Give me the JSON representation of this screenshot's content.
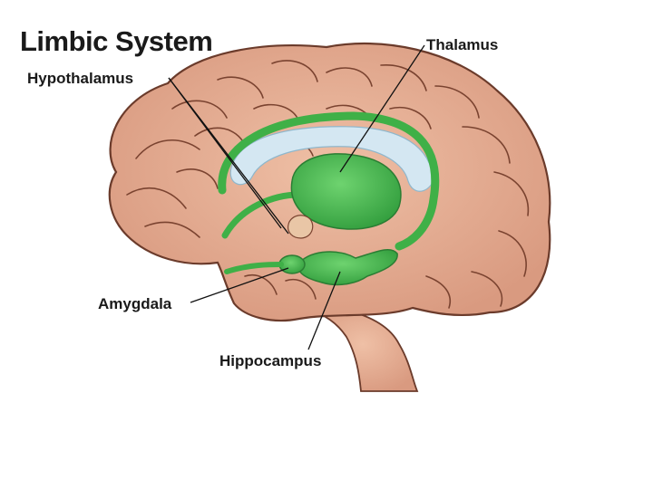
{
  "title": "Limbic System",
  "labels": {
    "hypothalamus": "Hypothalamus",
    "thalamus": "Thalamus",
    "amygdala": "Amygdala",
    "hippocampus": "Hippocampus"
  },
  "colors": {
    "brain_fill": "#e3aa90",
    "brain_outline": "#6b3b2b",
    "limbic_green": "#3fb047",
    "ventricle_blue": "#d4e7f2",
    "leader_line": "#111111"
  }
}
